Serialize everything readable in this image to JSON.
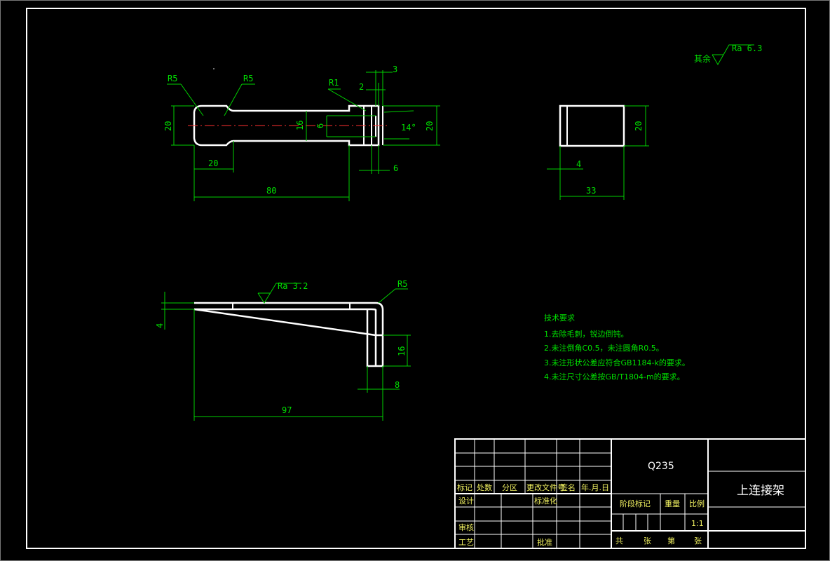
{
  "view_front": {
    "radius_left": "R5",
    "radius_right": "R5",
    "radius_small": "R1",
    "dim_height": "20",
    "dim_slot": "16",
    "dim_slot_inner": "6",
    "dim_head_len": "20",
    "dim_total": "80",
    "dim_top_3": "3",
    "dim_top_2": "2",
    "dim_bottom_6": "6",
    "dim_angle": "14°",
    "dim_right_20": "20"
  },
  "view_side": {
    "dim_height": "20",
    "dim_thick": "4",
    "dim_width": "33"
  },
  "view_bottom": {
    "roughness": "Ra 3.2",
    "radius": "R5",
    "dim_thick": "4",
    "dim_tab": "16",
    "dim_tab_w": "8",
    "dim_total": "97"
  },
  "roughness_other": {
    "label": "其余",
    "value": "Ra 6.3"
  },
  "tech_requirements": {
    "title": "技术要求",
    "items": [
      "1.去除毛刺，锐边倒钝。",
      "2.未注倒角C0.5，未注圆角R0.5。",
      "3.未注形状公差应符合GB1184-k的要求。",
      "4.未注尺寸公差按GB/T1804-m的要求。"
    ]
  },
  "title_block": {
    "material": "Q235",
    "part_name": "上连接架",
    "headers": [
      "标记",
      "处数",
      "分区",
      "更改文件号",
      "签名",
      "年.月.日"
    ],
    "design": "设计",
    "standardize": "标准化",
    "review": "审核",
    "process": "工艺",
    "approve": "批准",
    "stage_mark": "阶段标记",
    "weight": "重量",
    "scale": "比例",
    "scale_value": "1:1",
    "total": "共",
    "sheets": "张",
    "page": "第",
    "sheet2": "张"
  }
}
